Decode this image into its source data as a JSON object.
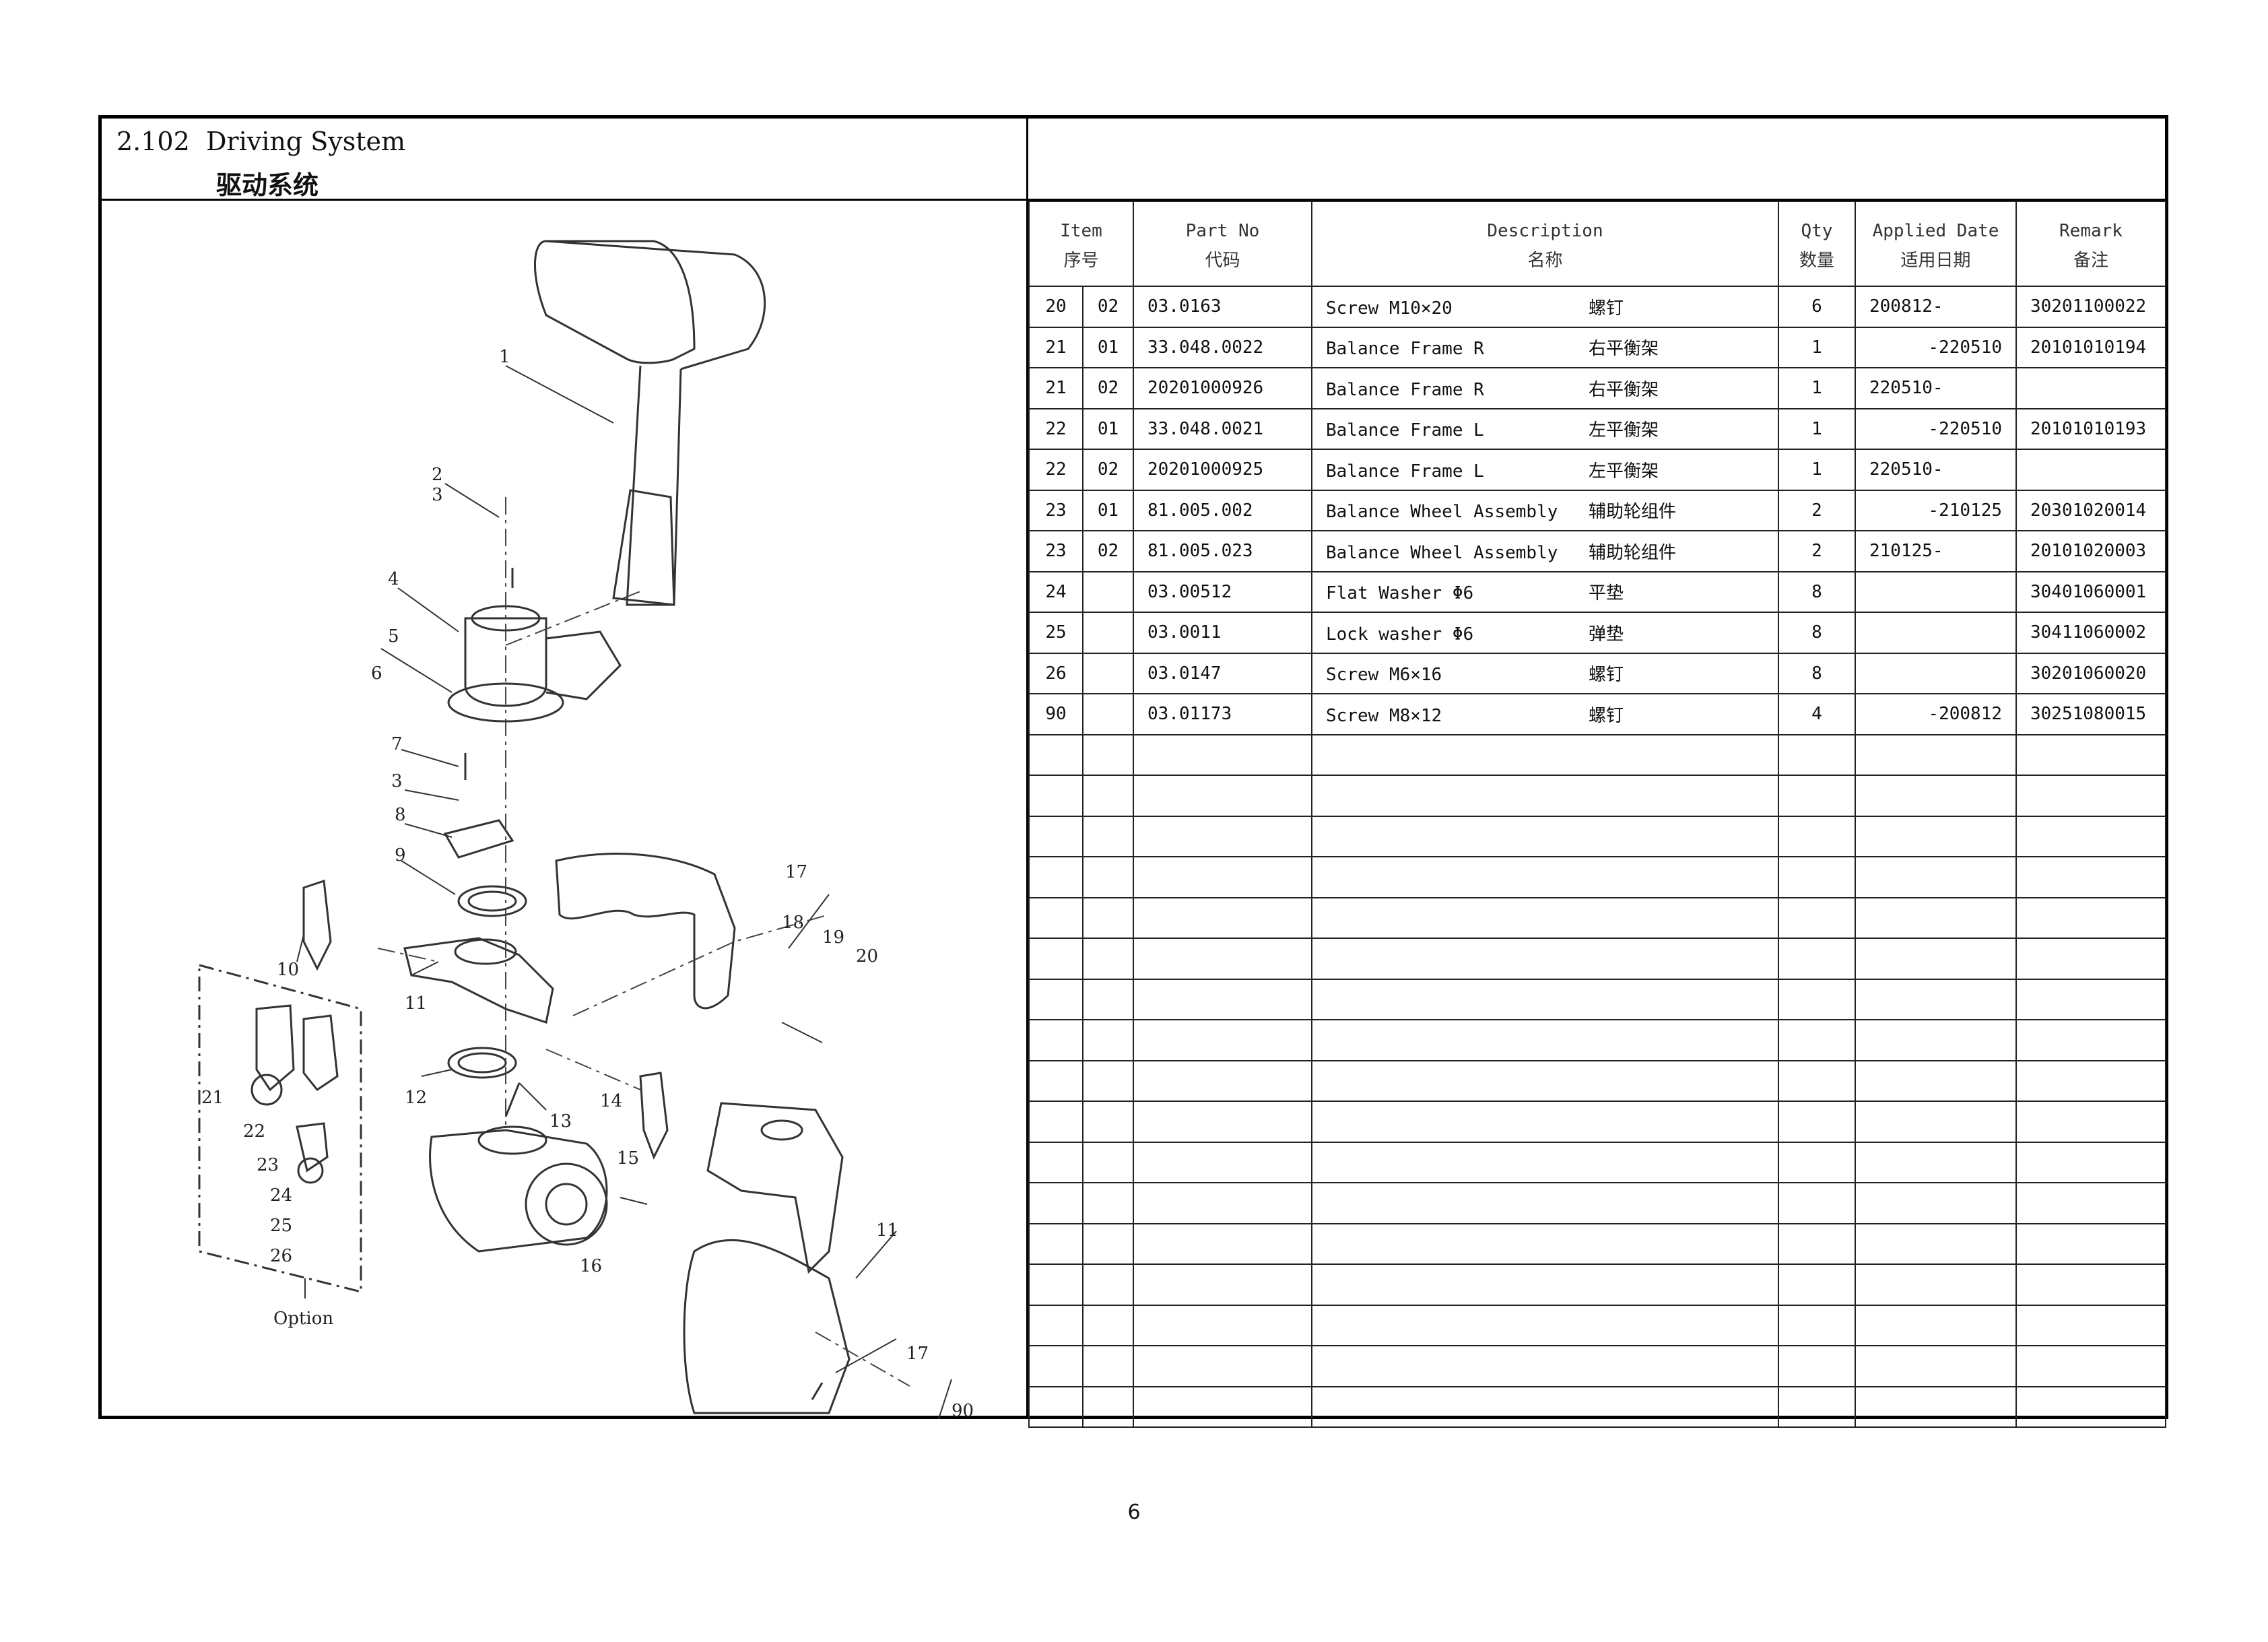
{
  "section": {
    "title_en": "2.102  Driving System",
    "title_zh": "驱动系统"
  },
  "drawing": {
    "option_label": "Option",
    "callouts": [
      "1",
      "2",
      "3",
      "4",
      "5",
      "6",
      "7",
      "3",
      "8",
      "9",
      "10",
      "11",
      "12",
      "13",
      "14",
      "15",
      "16",
      "17",
      "18",
      "19",
      "20",
      "21",
      "22",
      "23",
      "24",
      "25",
      "26",
      "11",
      "17",
      "90"
    ]
  },
  "table": {
    "headers": {
      "item_en": "Item",
      "item_zh": "序号",
      "partno_en": "Part No",
      "partno_zh": "代码",
      "desc_en": "Description",
      "desc_zh": "名称",
      "qty_en": "Qty",
      "qty_zh": "数量",
      "date_en": "Applied Date",
      "date_zh": "适用日期",
      "remark_en": "Remark",
      "remark_zh": "备注"
    },
    "rows": [
      {
        "item": "20",
        "sub": "02",
        "part": "03.0163",
        "desc_en": "Screw M10×20",
        "desc_zh": "螺钉",
        "qty": "6",
        "date": "200812-",
        "date_right": "",
        "remark": "30201100022"
      },
      {
        "item": "21",
        "sub": "01",
        "part": "33.048.0022",
        "desc_en": "Balance Frame R",
        "desc_zh": "右平衡架",
        "qty": "1",
        "date": "",
        "date_right": "-220510",
        "remark": "20101010194"
      },
      {
        "item": "21",
        "sub": "02",
        "part": "20201000926",
        "desc_en": "Balance Frame R",
        "desc_zh": "右平衡架",
        "qty": "1",
        "date": "220510-",
        "date_right": "",
        "remark": ""
      },
      {
        "item": "22",
        "sub": "01",
        "part": "33.048.0021",
        "desc_en": "Balance Frame L",
        "desc_zh": "左平衡架",
        "qty": "1",
        "date": "",
        "date_right": "-220510",
        "remark": "20101010193"
      },
      {
        "item": "22",
        "sub": "02",
        "part": "20201000925",
        "desc_en": "Balance Frame L",
        "desc_zh": "左平衡架",
        "qty": "1",
        "date": "220510-",
        "date_right": "",
        "remark": ""
      },
      {
        "item": "23",
        "sub": "01",
        "part": "81.005.002",
        "desc_en": "Balance Wheel Assembly",
        "desc_zh": "辅助轮组件",
        "qty": "2",
        "date": "",
        "date_right": "-210125",
        "remark": "20301020014"
      },
      {
        "item": "23",
        "sub": "02",
        "part": "81.005.023",
        "desc_en": "Balance Wheel Assembly",
        "desc_zh": "辅助轮组件",
        "qty": "2",
        "date": "210125-",
        "date_right": "",
        "remark": "20101020003"
      },
      {
        "item": "24",
        "sub": "",
        "part": "03.00512",
        "desc_en": "Flat Washer Φ6",
        "desc_zh": "平垫",
        "qty": "8",
        "date": "",
        "date_right": "",
        "remark": "30401060001"
      },
      {
        "item": "25",
        "sub": "",
        "part": "03.0011",
        "desc_en": "Lock washer Φ6",
        "desc_zh": "弹垫",
        "qty": "8",
        "date": "",
        "date_right": "",
        "remark": "30411060002"
      },
      {
        "item": "26",
        "sub": "",
        "part": "03.0147",
        "desc_en": "Screw M6×16",
        "desc_zh": "螺钉",
        "qty": "8",
        "date": "",
        "date_right": "",
        "remark": "30201060020"
      },
      {
        "item": "90",
        "sub": "",
        "part": "03.01173",
        "desc_en": "Screw M8×12",
        "desc_zh": "螺钉",
        "qty": "4",
        "date": "",
        "date_right": "-200812",
        "remark": "30251080015"
      }
    ],
    "empty_rows": 17
  },
  "page_number": "6"
}
